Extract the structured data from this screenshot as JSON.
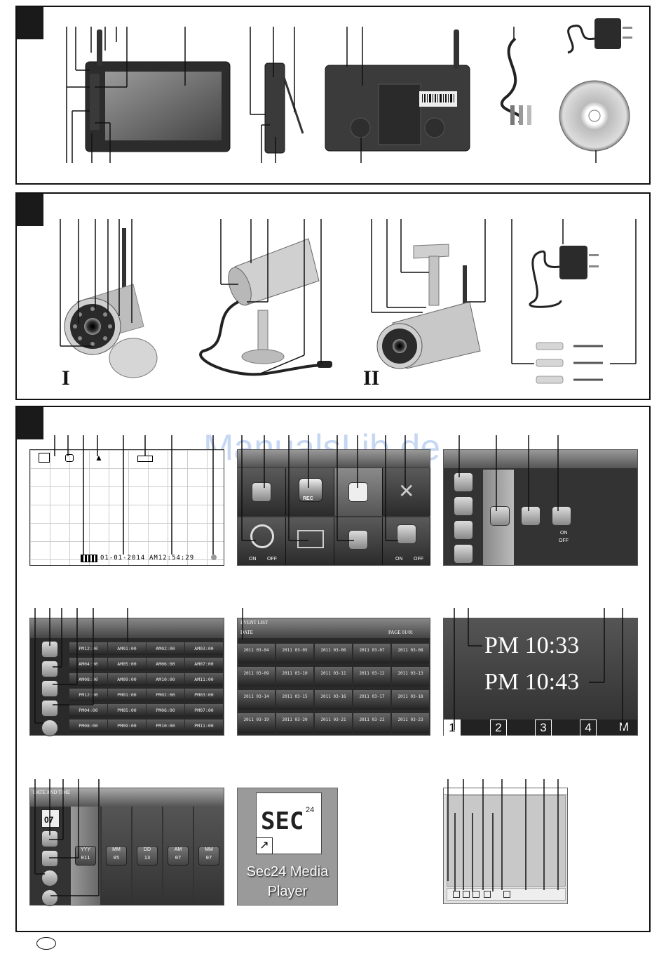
{
  "watermark": "ManualsLib.de",
  "panel_c": {
    "live_screen": {
      "date": "01-01-2014",
      "time": "AM12:54:29"
    },
    "menu_tiles": {
      "rec_label": "REC",
      "on_label": "ON",
      "off_label": "OFF"
    },
    "camera_menu": {
      "on_label": "ON",
      "off_label": "OFF"
    },
    "schedule_grid": {
      "rows": [
        [
          "PM12:00",
          "AM01:00",
          "AM02:00",
          "AM03:00"
        ],
        [
          "AM04:00",
          "AM05:00",
          "AM06:00",
          "AM07:00"
        ],
        [
          "AM08:00",
          "AM09:00",
          "AM10:00",
          "AM11:00"
        ],
        [
          "PM12:00",
          "PM01:00",
          "PM02:00",
          "PM03:00"
        ],
        [
          "PM04:00",
          "PM05:00",
          "PM06:00",
          "PM07:00"
        ],
        [
          "PM08:00",
          "PM09:00",
          "PM10:00",
          "PM11:00"
        ]
      ]
    },
    "event_list": {
      "title": "EVENT LIST",
      "date_label": "DATE",
      "page_label": "PAGE 01/01",
      "rows": [
        [
          "2011 03-04",
          "2011 03-05",
          "2011 03-06",
          "2011 03-07",
          "2011 03-08"
        ],
        [
          "2011 03-09",
          "2011 03-10",
          "2011 03-11",
          "2011 03-12",
          "2011 03-13"
        ],
        [
          "2011 03-14",
          "2011 03-15",
          "2011 03-16",
          "2011 03-17",
          "2011 03-18"
        ],
        [
          "2011 03-19",
          "2011 03-20",
          "2011 03-21",
          "2011 03-22",
          "2011 03-23"
        ]
      ]
    },
    "recording_time": {
      "start": "PM 10:33",
      "end": "PM 10:43",
      "tabs": [
        "1",
        "2",
        "3",
        "4",
        "M"
      ]
    },
    "date_time": {
      "title": "DATE AND TIME",
      "calendar_day": "07",
      "fields": [
        {
          "label": "YYY",
          "value": "011"
        },
        {
          "label": "MM",
          "value": "05"
        },
        {
          "label": "DD",
          "value": "13"
        },
        {
          "label": "AM",
          "value": "07"
        },
        {
          "label": "MM",
          "value": "07"
        }
      ]
    },
    "media_player": {
      "logo_text": "SEC",
      "logo_num": "24",
      "line1": "Sec24 Media",
      "line2": "Player"
    }
  },
  "roman_labels": {
    "first": "I",
    "second": "II"
  }
}
